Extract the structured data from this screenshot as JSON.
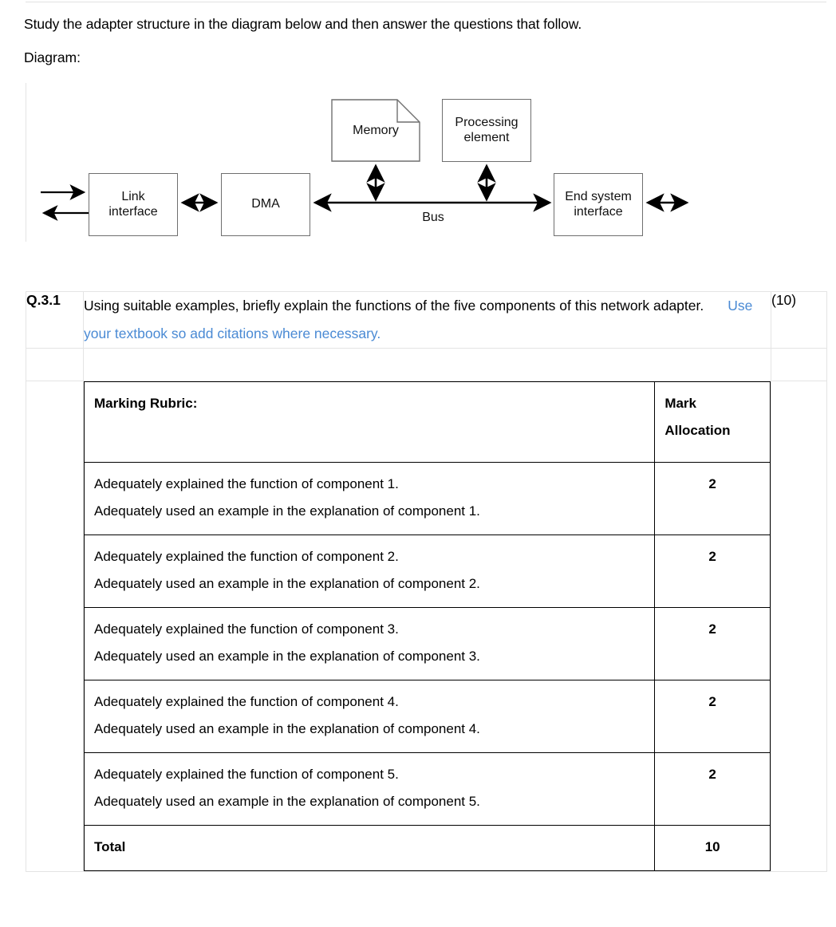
{
  "intro": {
    "instruction": "Study the adapter structure in the diagram below and then answer the questions that follow.",
    "diagram_label": "Diagram:"
  },
  "diagram": {
    "boxes": [
      {
        "id": "link-interface",
        "label": "Link\ninterface",
        "line1": "Link",
        "line2": "interface"
      },
      {
        "id": "dma",
        "label": "DMA",
        "line1": "DMA",
        "line2": ""
      },
      {
        "id": "memory",
        "label": "Memory",
        "line1": "Memory",
        "line2": ""
      },
      {
        "id": "processing-element",
        "label": "Processing element",
        "line1": "Processing",
        "line2": "element"
      },
      {
        "id": "end-system-interface",
        "label": "End system interface",
        "line1": "End system",
        "line2": "interface"
      }
    ],
    "bus_label": "Bus"
  },
  "question": {
    "number": "Q.3.1",
    "text": "Using suitable examples, briefly explain the functions of the five components of this network adapter.",
    "hint": "Use your textbook so add citations where necessary.",
    "marks": "(10)"
  },
  "rubric": {
    "header": {
      "description": "Marking Rubric:",
      "mark_line1": "Mark",
      "mark_line2": "Allocation"
    },
    "rows": [
      {
        "line1": "Adequately explained the function of component 1.",
        "line2": "Adequately used an example in the explanation of component 1.",
        "mark": "2"
      },
      {
        "line1": "Adequately explained the function of component 2.",
        "line2": "Adequately used an example in the explanation of component 2.",
        "mark": "2"
      },
      {
        "line1": "Adequately explained the function of component 3.",
        "line2": "Adequately used an example in the explanation of component 3.",
        "mark": "2"
      },
      {
        "line1": "Adequately explained the function of component 4.",
        "line2": "Adequately used an example in the explanation of component 4.",
        "mark": "2"
      },
      {
        "line1": "Adequately explained the function of component 5.",
        "line2": "Adequately used an example in the explanation of component 5.",
        "mark": "2"
      }
    ],
    "total": {
      "label": "Total",
      "mark": "10"
    }
  },
  "colors": {
    "hint_blue": "#4a8ad4",
    "table_border": "#e4e4e4",
    "rubric_border": "#000000",
    "diagram_stroke": "#6f6f6f"
  }
}
